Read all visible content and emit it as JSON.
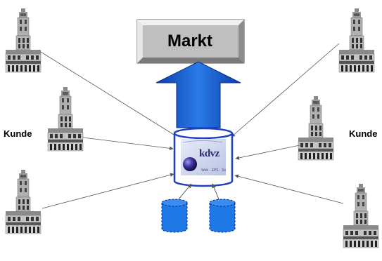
{
  "market": {
    "label": "Markt"
  },
  "customers": {
    "left_label": "Kunde",
    "right_label": "Kunde"
  },
  "logo": {
    "wordmark": "kdvz",
    "tagline": "Web · EPS · So"
  },
  "colors": {
    "arrow_blue": "#1e66d0",
    "db_blue": "#1e78e6",
    "market_box": "#c8c8c8",
    "connector": "#555555"
  },
  "icons": {
    "customer": "town-hall-building-icon",
    "database": "database-cylinder-icon",
    "server": "server-cylinder-icon"
  }
}
